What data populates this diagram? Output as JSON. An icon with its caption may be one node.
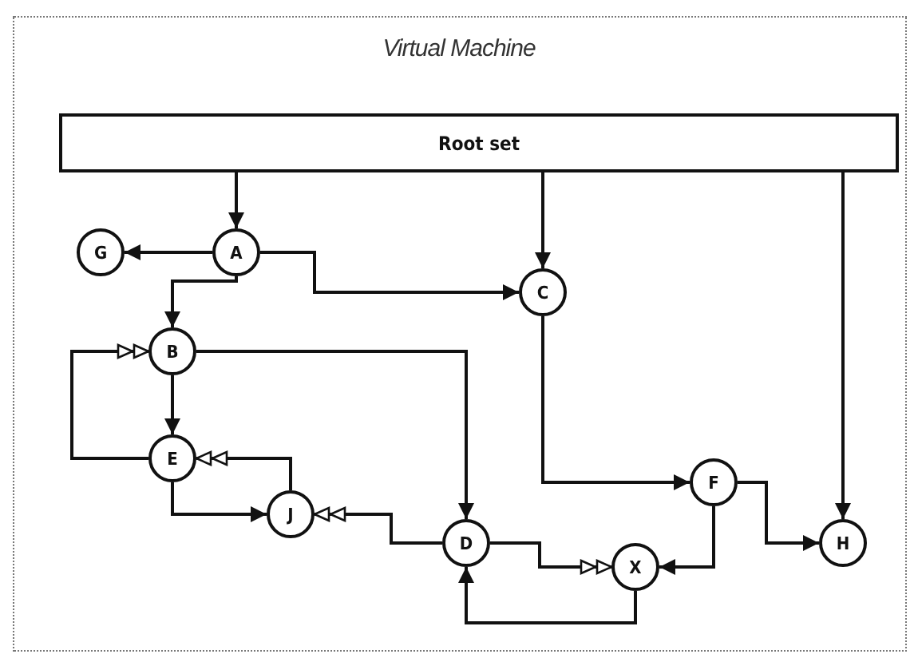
{
  "diagram": {
    "title": "Virtual Machine",
    "nodes": [
      {
        "text": [
          "Root set"
        ]
      },
      {
        "text": [
          "A"
        ]
      },
      {
        "text": [
          "G"
        ]
      },
      {
        "text": [
          "C"
        ]
      },
      {
        "text": [
          "B"
        ]
      },
      {
        "text": [
          "E"
        ]
      },
      {
        "text": [
          "J"
        ]
      },
      {
        "text": [
          "D"
        ]
      },
      {
        "text": [
          "F"
        ]
      },
      {
        "text": [
          "X"
        ]
      },
      {
        "text": [
          "H"
        ]
      }
    ],
    "edges": [
      {
        "from": 0,
        "to": 1,
        "arrow": "to"
      },
      {
        "from": 0,
        "to": 3,
        "arrow": "to"
      },
      {
        "from": 0,
        "to": 10,
        "arrow": "to"
      },
      {
        "from": 1,
        "to": 2,
        "arrow": "to"
      },
      {
        "from": 1,
        "to": 4,
        "arrow": "to"
      },
      {
        "from": 1,
        "to": 3,
        "arrow": "to"
      },
      {
        "from": 4,
        "to": 5,
        "arrow": "to"
      },
      {
        "from": 5,
        "to": 4,
        "arrow": "to"
      },
      {
        "from": 4,
        "to": 7,
        "arrow": "to"
      },
      {
        "from": 5,
        "to": 6,
        "arrow": "to"
      },
      {
        "from": 6,
        "to": 5,
        "arrow": "to"
      },
      {
        "from": 7,
        "to": 6,
        "arrow": "to"
      },
      {
        "from": 3,
        "to": 8,
        "arrow": "to"
      },
      {
        "from": 8,
        "to": 10,
        "arrow": "to"
      },
      {
        "from": 8,
        "to": 9,
        "arrow": "to"
      },
      {
        "from": 7,
        "to": 9,
        "arrow": "to"
      },
      {
        "from": 9,
        "to": 7,
        "arrow": "to"
      }
    ]
  }
}
